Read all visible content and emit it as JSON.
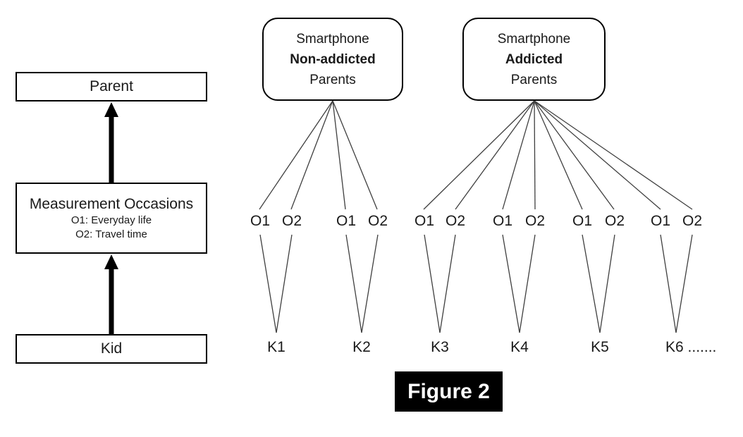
{
  "left_panel": {
    "parent_label": "Parent",
    "measurement": {
      "title": "Measurement Occasions",
      "items": [
        "O1: Everyday life",
        "O2: Travel time"
      ]
    },
    "kid_label": "Kid"
  },
  "groups": [
    {
      "line1": "Smartphone",
      "line2": "Non-addicted",
      "line3": "Parents"
    },
    {
      "line1": "Smartphone",
      "line2": "Addicted",
      "line3": "Parents"
    }
  ],
  "occasions": [
    "O1",
    "O2",
    "O1",
    "O2",
    "O1",
    "O2",
    "O1",
    "O2",
    "O1",
    "O2",
    "O1",
    "O2"
  ],
  "kids": [
    "K1",
    "K2",
    "K3",
    "K4",
    "K5",
    "K6 ......."
  ],
  "figure": {
    "caption": "Figure 2"
  },
  "colors": {
    "line": "#3f3f3f",
    "border": "#000000",
    "arrow": "#000000",
    "caption_bg": "#000000",
    "caption_text": "#ffffff"
  }
}
